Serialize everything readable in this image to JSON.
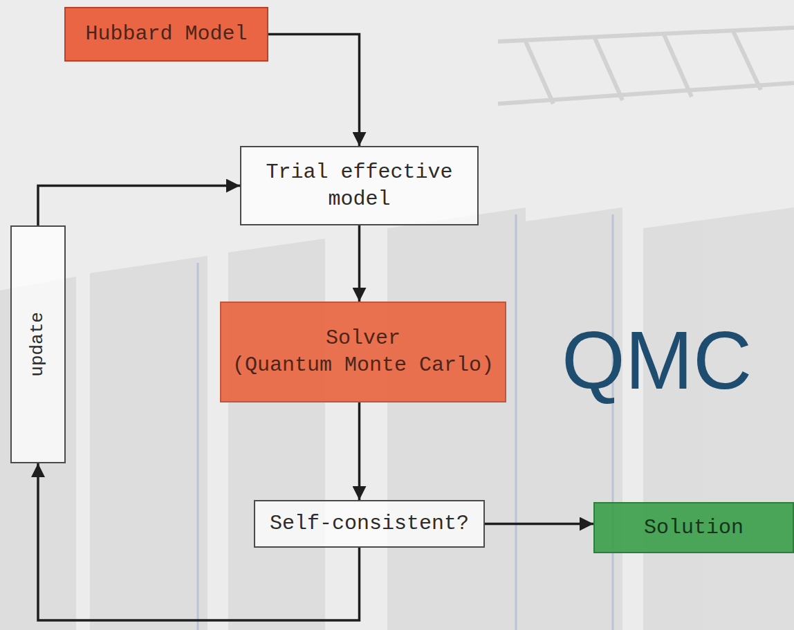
{
  "diagram": {
    "nodes": [
      {
        "text": [
          "Hubbard Model"
        ]
      },
      {
        "text": [
          "Trial effective model"
        ]
      },
      {
        "text": [
          "update"
        ]
      },
      {
        "text": [
          "Solver",
          "(Quantum Monte Carlo)"
        ]
      },
      {
        "text": [
          "Self-consistent?"
        ]
      },
      {
        "text": [
          "Solution"
        ]
      }
    ],
    "edges": [
      {
        "from": 0,
        "to": 1,
        "arrow": "to"
      },
      {
        "from": 2,
        "to": 1,
        "arrow": "to"
      },
      {
        "from": 1,
        "to": 3,
        "arrow": "to"
      },
      {
        "from": 3,
        "to": 4,
        "arrow": "to"
      },
      {
        "from": 4,
        "to": 5,
        "arrow": "to"
      },
      {
        "from": 4,
        "to": 2,
        "arrow": "to"
      }
    ],
    "labels": [
      "QMC"
    ]
  }
}
